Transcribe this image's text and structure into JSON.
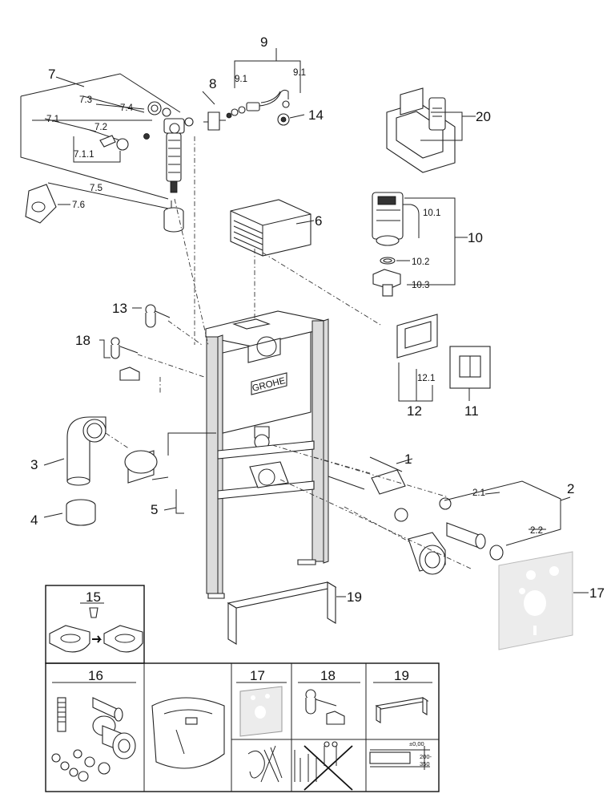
{
  "brand": "GROHE",
  "callouts": {
    "c1": "1",
    "c2": "2",
    "c2_1": "2.1",
    "c2_2": "2.2",
    "c3": "3",
    "c4": "4",
    "c5": "5",
    "c6": "6",
    "c7": "7",
    "c7_1": "7.1",
    "c7_1_1": "7.1.1",
    "c7_2": "7.2",
    "c7_3": "7.3",
    "c7_4": "7.4",
    "c7_5": "7.5",
    "c7_6": "7.6",
    "c8": "8",
    "c9": "9",
    "c9_1a": "9.1",
    "c9_1b": "9.1",
    "c10": "10",
    "c10_1": "10.1",
    "c10_2": "10.2",
    "c10_3": "10.3",
    "c11": "11",
    "c12": "12",
    "c12_1": "12.1",
    "c13": "13",
    "c14": "14",
    "c15": "15",
    "c17": "17",
    "c18": "18",
    "c19": "19",
    "c20": "20"
  },
  "panels": {
    "p15": "15",
    "p16": "16",
    "p17": "17",
    "p18": "18",
    "p19": "19",
    "dim_top": "±0,00",
    "dim_range_a": "200-",
    "dim_range_b": "350"
  }
}
